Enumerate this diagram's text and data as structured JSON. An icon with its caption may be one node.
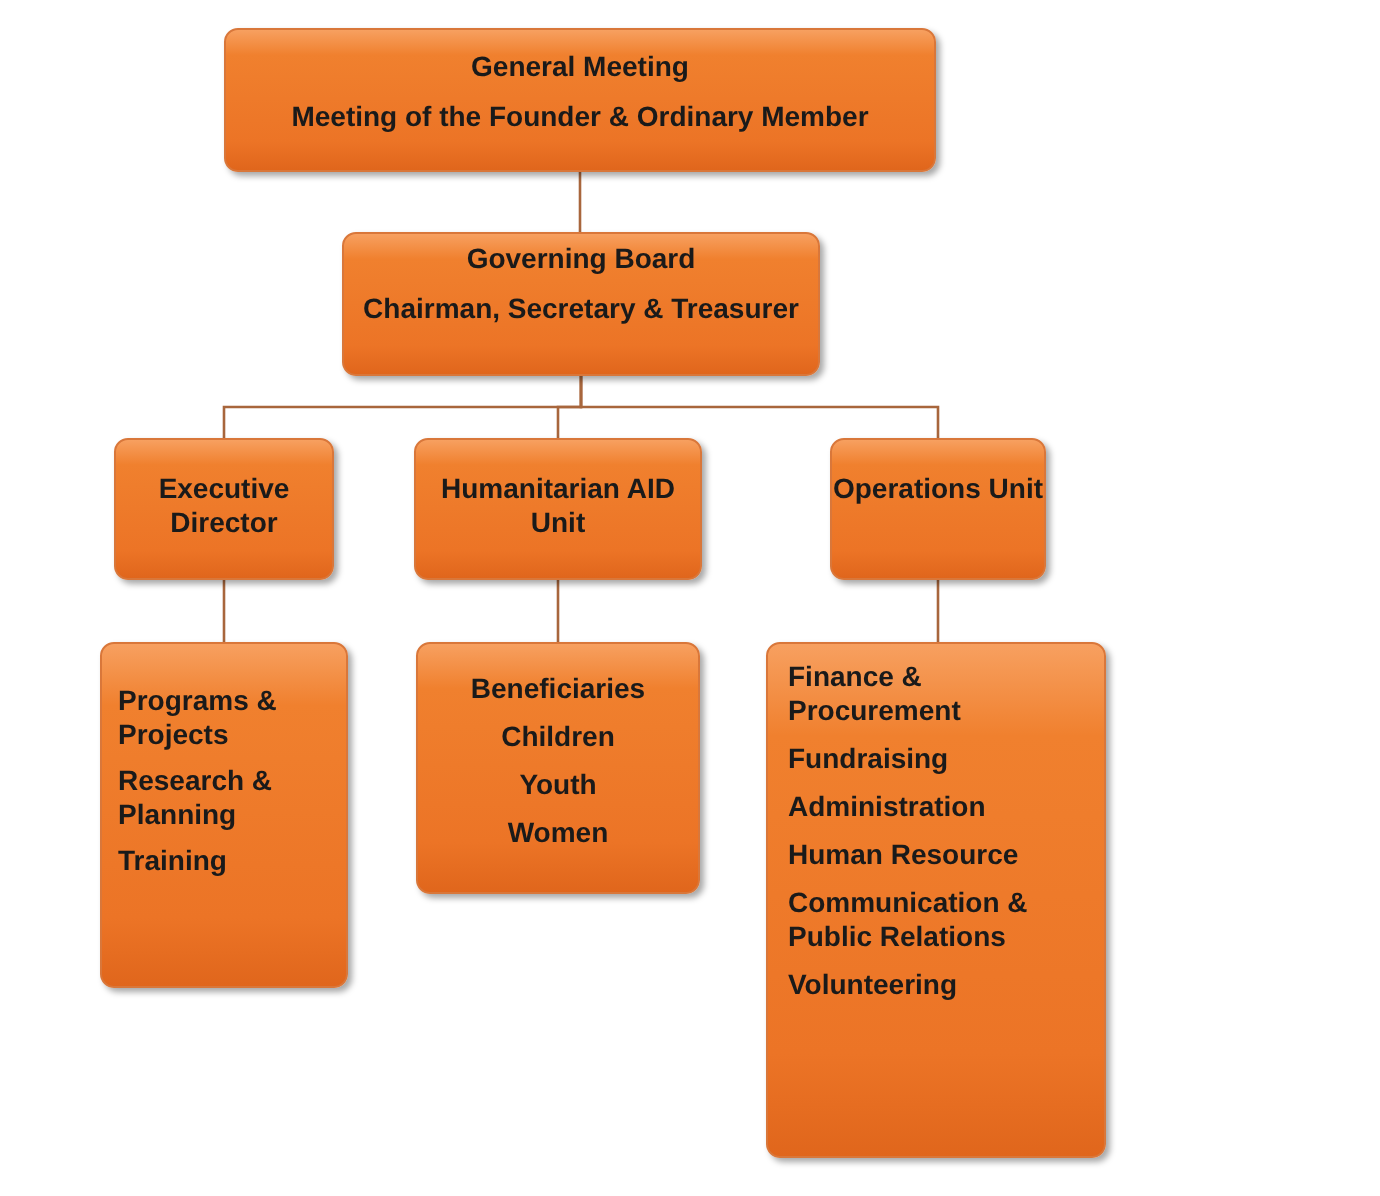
{
  "diagram": {
    "nodes": [
      {
        "text": [
          "General Meeting",
          "Meeting of the Founder & Ordinary Member"
        ]
      },
      {
        "text": [
          "Governing Board",
          "Chairman, Secretary & Treasurer"
        ]
      },
      {
        "text": [
          "Executive Director"
        ]
      },
      {
        "text": [
          "Humanitarian AID Unit"
        ]
      },
      {
        "text": [
          "Operations Unit"
        ]
      },
      {
        "text": [
          "Programs & Projects",
          "Research & Planning",
          "Training"
        ]
      },
      {
        "text": [
          "Beneficiaries",
          "Children",
          "Youth",
          "Women"
        ]
      },
      {
        "text": [
          "Finance & Procurement",
          "Fundraising",
          "Administration",
          "Human Resource",
          "Communication & Public Relations",
          "Volunteering"
        ]
      }
    ],
    "edges": [
      {
        "from": 0,
        "to": 1,
        "arrow": "none"
      },
      {
        "from": 1,
        "to": 2,
        "arrow": "none"
      },
      {
        "from": 1,
        "to": 3,
        "arrow": "none"
      },
      {
        "from": 1,
        "to": 4,
        "arrow": "none"
      },
      {
        "from": 2,
        "to": 5,
        "arrow": "none"
      },
      {
        "from": 3,
        "to": 6,
        "arrow": "none"
      },
      {
        "from": 4,
        "to": 7,
        "arrow": "none"
      }
    ]
  }
}
